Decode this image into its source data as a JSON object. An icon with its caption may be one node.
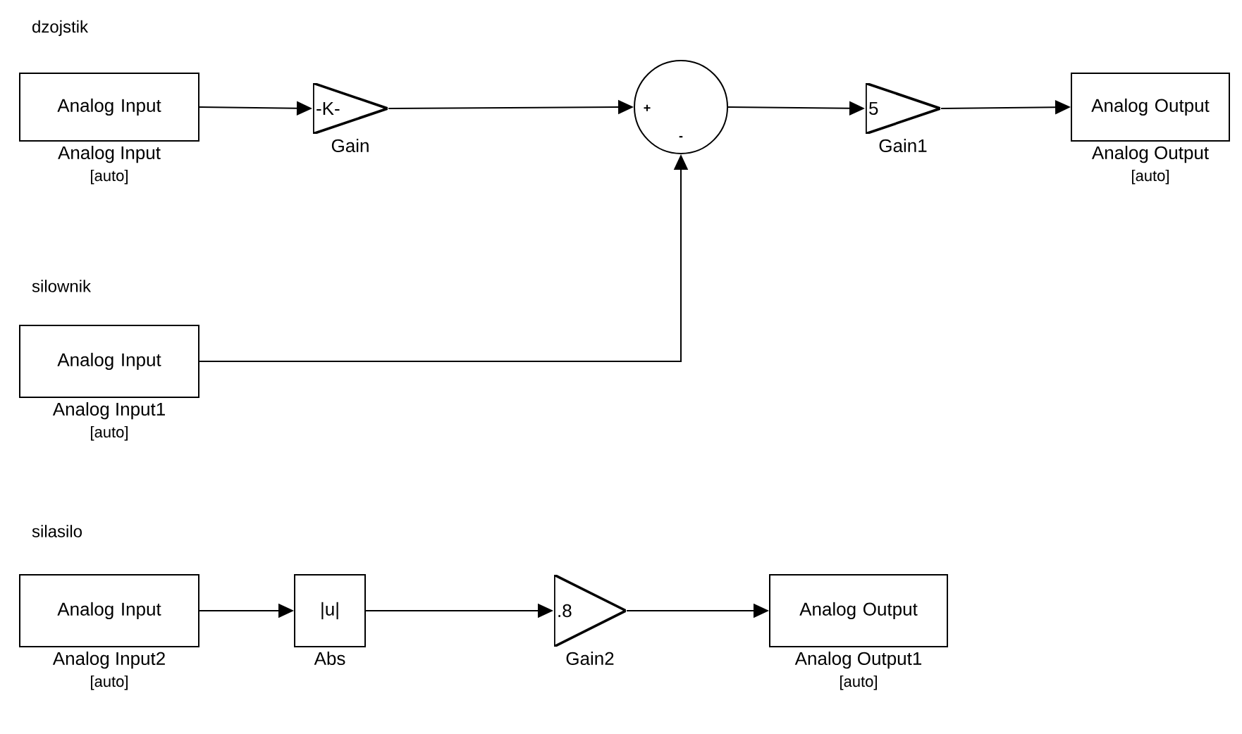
{
  "diagram": {
    "nodes": [
      {
        "text": [
          "Analog Input"
        ],
        "beside": [
          "Analog Input",
          "[auto]"
        ]
      },
      {
        "text": [
          "-K-"
        ],
        "beside": [
          "Gain"
        ]
      },
      {
        "text": [
          "+",
          "-"
        ]
      },
      {
        "text": [
          "5"
        ],
        "beside": [
          "Gain1"
        ]
      },
      {
        "text": [
          "Analog Output"
        ],
        "beside": [
          "Analog Output",
          "[auto]"
        ]
      },
      {
        "text": [
          "Analog Input"
        ],
        "beside": [
          "Analog Input1",
          "[auto]"
        ]
      },
      {
        "text": [
          "Analog Input"
        ],
        "beside": [
          "Analog Input2",
          "[auto]"
        ]
      },
      {
        "text": [
          "|u|"
        ],
        "beside": [
          "Abs"
        ]
      },
      {
        "text": [
          ".8"
        ],
        "beside": [
          "Gain2"
        ]
      },
      {
        "text": [
          "Analog Output"
        ],
        "beside": [
          "Analog Output1",
          "[auto]"
        ]
      }
    ],
    "edges": [
      {
        "from": 0,
        "to": 1,
        "arrow": "to"
      },
      {
        "from": 1,
        "to": 2,
        "arrow": "to"
      },
      {
        "from": 2,
        "to": 3,
        "arrow": "to"
      },
      {
        "from": 3,
        "to": 4,
        "arrow": "to"
      },
      {
        "from": 5,
        "to": 2,
        "arrow": "to"
      },
      {
        "from": 6,
        "to": 7,
        "arrow": "to"
      },
      {
        "from": 7,
        "to": 8,
        "arrow": "to"
      },
      {
        "from": 8,
        "to": 9,
        "arrow": "to"
      }
    ],
    "labels": [
      "dzojstik",
      "silownik",
      "silasilo"
    ]
  }
}
